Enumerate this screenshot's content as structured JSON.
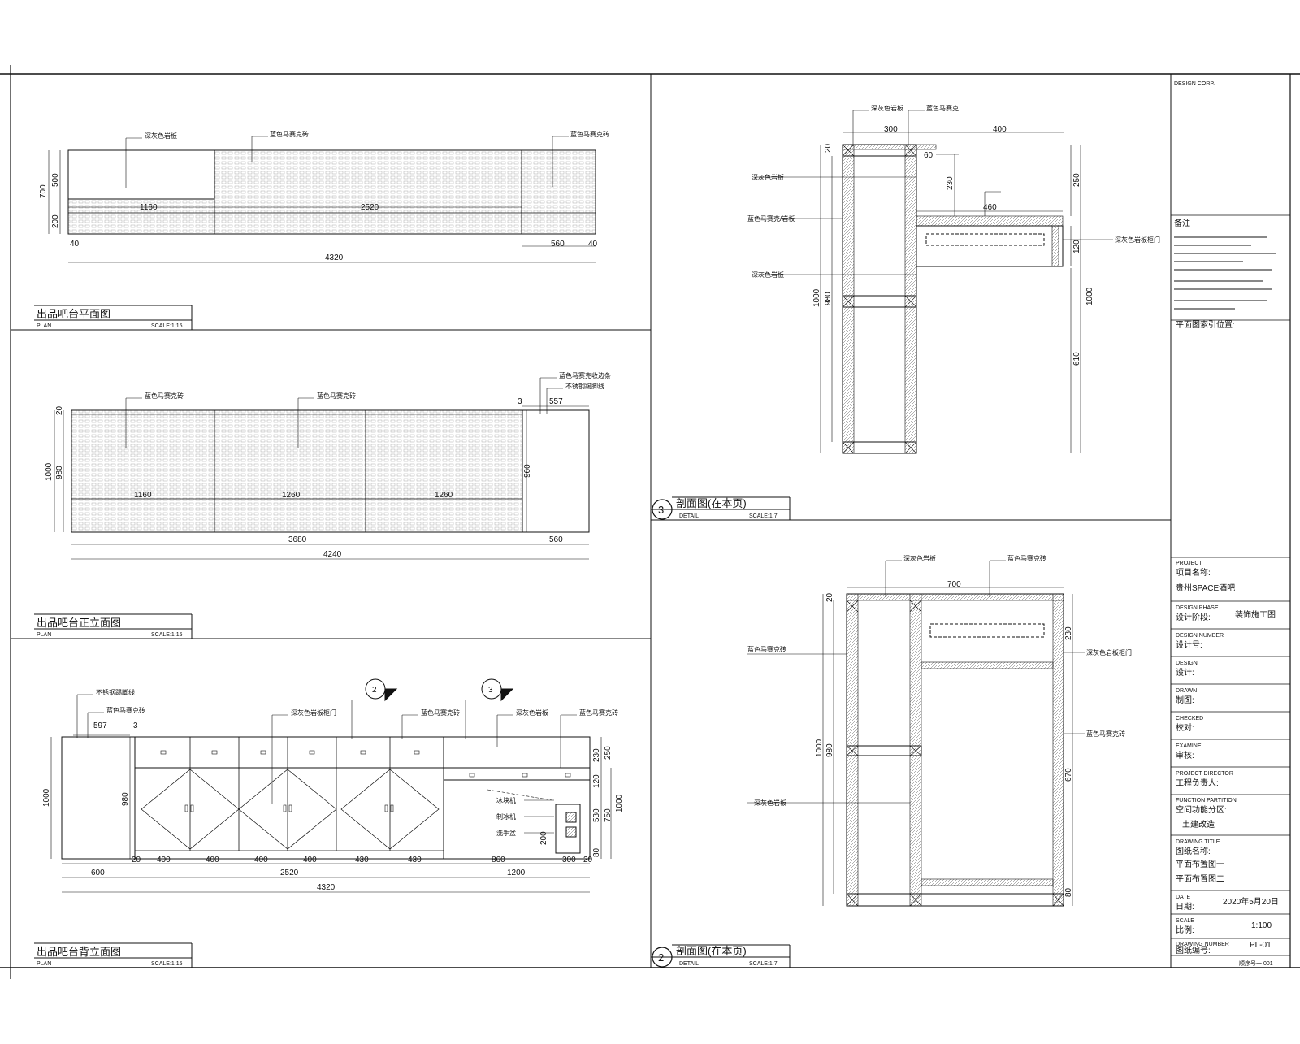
{
  "drawing_1": {
    "title": "出品吧台平面图",
    "sub": "PLAN",
    "scale": "SCALE:1:15",
    "labels": [
      "深灰色岩板",
      "蓝色马赛克砖",
      "蓝色马赛克砖"
    ],
    "dims": {
      "d700": "700",
      "d500": "500",
      "d200": "200",
      "d1160": "1160",
      "d2520": "2520",
      "d560": "560",
      "d4320": "4320",
      "d40": "40",
      "d40b": "40"
    }
  },
  "drawing_2": {
    "title": "出品吧台正立面图",
    "sub": "PLAN",
    "scale": "SCALE:1:15",
    "labels": [
      "蓝色马赛克砖",
      "蓝色马赛克砖",
      "蓝色马赛克收边条",
      "不锈钢踢脚线"
    ],
    "dims": {
      "d1000": "1000",
      "d980": "980",
      "d20": "20",
      "d1160": "1160",
      "d1260a": "1260",
      "d1260b": "1260",
      "d3680": "3680",
      "d560": "560",
      "d4240": "4240",
      "d557": "557",
      "d3": "3",
      "d960": "960"
    }
  },
  "drawing_3": {
    "title": "出品吧台背立面图",
    "sub": "PLAN",
    "scale": "SCALE:1:15",
    "labels": [
      "不锈钢踢脚线",
      "蓝色马赛克砖",
      "深灰色岩板柜门",
      "蓝色马赛克砖",
      "深灰色岩板",
      "蓝色马赛克砖",
      "冰块机",
      "制冰机",
      "洗手盆"
    ],
    "callouts": [
      "2",
      "3"
    ],
    "dims": {
      "d1000": "1000",
      "d980": "980",
      "d597": "597",
      "d3": "3",
      "d600": "600",
      "d2520": "2520",
      "d1200": "1200",
      "d4320": "4320",
      "d400": "400",
      "d430": "430",
      "d860": "860",
      "d300": "300",
      "d20": "20",
      "d230": "230",
      "d250": "250",
      "d120": "120",
      "d530": "530",
      "d750": "750",
      "d1000r": "1000",
      "d200": "200",
      "d80": "80"
    }
  },
  "drawing_s3": {
    "num": "3",
    "title": "剖面图(在本页)",
    "sub": "DETAIL",
    "scale": "SCALE:1:7",
    "labels": [
      "深灰色岩板",
      "蓝色马赛克",
      "深灰色岩板",
      "蓝色马赛克/岩板",
      "深灰色岩板",
      "深灰色岩板柜门"
    ],
    "dims": {
      "d300": "300",
      "d400": "400",
      "d60": "60",
      "d20": "20",
      "d230": "230",
      "d460": "460",
      "d250": "250",
      "d120": "120",
      "d1000": "1000",
      "d980": "980",
      "d1000r": "1000",
      "d610": "610"
    }
  },
  "drawing_s2": {
    "num": "2",
    "title": "剖面图(在本页)",
    "sub": "DETAIL",
    "scale": "SCALE:1:7",
    "labels": [
      "深灰色岩板",
      "蓝色马赛克砖",
      "蓝色马赛克砖",
      "深灰色岩板柜门",
      "蓝色马赛克砖",
      "深灰色岩板"
    ],
    "dims": {
      "d700": "700",
      "d20": "20",
      "d230": "230",
      "d1000": "1000",
      "d980": "980",
      "d670": "670",
      "d80": "80"
    }
  },
  "title_block": {
    "design_corp": "DESIGN CORP.",
    "notes_head": "备注",
    "plan_pos": "平面图索引位置:",
    "project_en": "PROJECT",
    "project_cn": "项目名称:",
    "project_val": "贵州SPACE酒吧",
    "phase_en": "DESIGN PHASE",
    "phase_cn": "设计阶段:",
    "phase_val": "装饰施工图",
    "number_en": "DESIGN NUMBER",
    "number_cn": "设计号:",
    "design_en": "DESIGN",
    "design_cn": "设计:",
    "drawn_en": "DRAWN",
    "drawn_cn": "制图:",
    "checked_en": "CHECKED",
    "checked_cn": "校对:",
    "examine_en": "EXAMINE",
    "examine_cn": "审核:",
    "director_en": "PROJECT DIRECTOR",
    "director_cn": "工程负责人:",
    "func_en": "FUNCTION PARTITION",
    "func_cn": "空间功能分区:",
    "func_val": "土建改造",
    "dtitle_en": "DRAWING TITLE",
    "dtitle_cn": "图纸名称:",
    "dtitle_val1": "平面布置图一",
    "dtitle_val2": "平面布置图二",
    "date_en": "DATE",
    "date_cn": "日期:",
    "date_val": "2020年5月20日",
    "scale_en": "SCALE",
    "scale_cn": "比例:",
    "scale_val": "1:100",
    "dnum_en": "DRAWING NUMBER",
    "dnum_cn": "图纸编号:",
    "dnum_val": "PL-01",
    "seq": "顺序号一 001"
  }
}
